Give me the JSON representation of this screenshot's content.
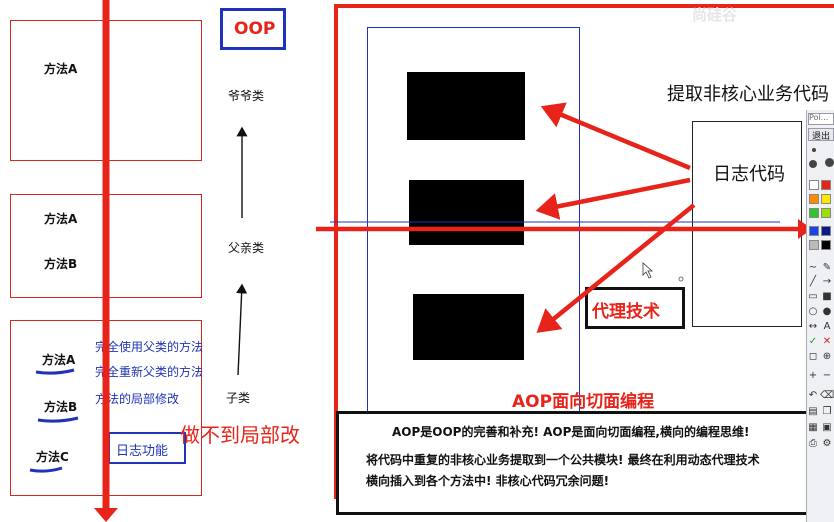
{
  "left": {
    "box1": {
      "method_a": "方法A"
    },
    "box2": {
      "method_a": "方法A",
      "method_b": "方法B"
    },
    "box3": {
      "method_a": "方法A",
      "method_b": "方法B",
      "method_c": "方法C",
      "note1": "完全使用父类的方法",
      "note2": "完全重新父类的方法",
      "note3": "方法的局部修改",
      "log_feature": "日志功能"
    }
  },
  "oop": {
    "title": "OOP",
    "grandparent": "爷爷类",
    "parent": "父亲类",
    "child": "子类"
  },
  "cannot_partial": "做不到局部改",
  "aop": {
    "extract_title": "提取非核心业务代码",
    "log_code": "日志代码",
    "proxy": "代理技术",
    "title": "AOP面向切面编程",
    "desc_line1": "AOP是OOP的完善和补充! AOP是面向切面编程,横向的编程思维!",
    "desc_line2": "将代码中重复的非核心业务提取到一个公共模块! 最终在利用动态代理技术",
    "desc_line3": "横向插入到各个方法中!  非核心代码冗余问题!"
  },
  "overlay": {
    "watermark": "尚硅谷"
  },
  "toolbar": {
    "field": "Poi...",
    "exit": "退出"
  },
  "colors": {
    "red": "#e8241a",
    "dark_red": "#d02a1e",
    "blue": "#1f33b8",
    "black": "#000000"
  },
  "icons": [
    "pen-icon",
    "eraser-icon",
    "line-icon",
    "rect-icon",
    "ellipse-icon",
    "text-icon",
    "check-icon",
    "close-icon",
    "zoom-icon",
    "print-icon"
  ]
}
